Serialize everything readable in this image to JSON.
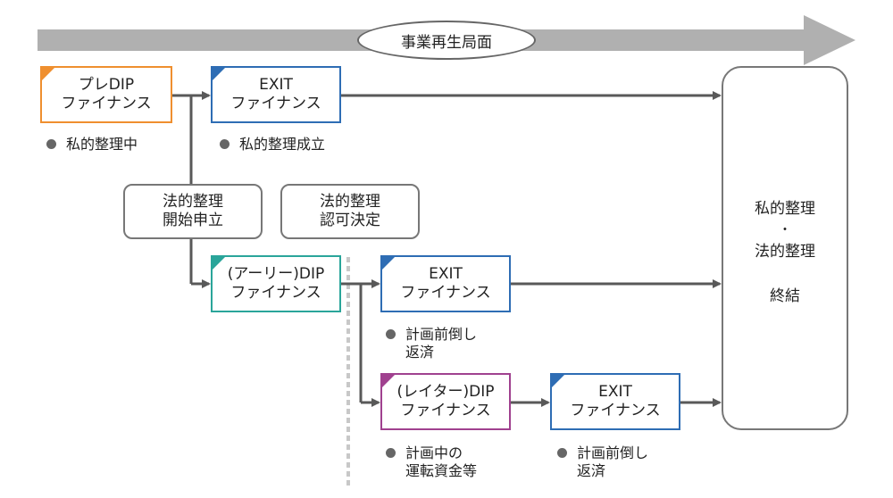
{
  "phase_label": "事業再生局面",
  "colors": {
    "orange": "#ef8f2f",
    "blue": "#2e6db4",
    "teal": "#2aa59a",
    "purple": "#a0418f",
    "gray_band": "#b0b0b0",
    "line": "#595959"
  },
  "boxes": {
    "pre_dip": {
      "line1": "プレDIP",
      "line2": "ファイナンス"
    },
    "exit_top": {
      "line1": "EXIT",
      "line2": "ファイナンス"
    },
    "early_dip": {
      "line1": "(アーリー)DIP",
      "line2": "ファイナンス"
    },
    "exit_mid": {
      "line1": "EXIT",
      "line2": "ファイナンス"
    },
    "later_dip": {
      "line1": "(レイター)DIP",
      "line2": "ファイナンス"
    },
    "exit_bottom": {
      "line1": "EXIT",
      "line2": "ファイナンス"
    }
  },
  "callouts": {
    "legal_start": {
      "line1": "法的整理",
      "line2": "開始申立"
    },
    "legal_approval": {
      "line1": "法的整理",
      "line2": "認可決定"
    }
  },
  "notes": {
    "private_ongoing": {
      "line1": "私的整理中"
    },
    "private_done": {
      "line1": "私的整理成立"
    },
    "early_repay": {
      "line1": "計画前倒し",
      "line2": "返済"
    },
    "operating_funds": {
      "line1": "計画中の",
      "line2": "運転資金等"
    },
    "bottom_repay": {
      "line1": "計画前倒し",
      "line2": "返済"
    }
  },
  "final": {
    "line1": "私的整理",
    "separator": "・",
    "line2": "法的整理",
    "line3": "終結"
  }
}
